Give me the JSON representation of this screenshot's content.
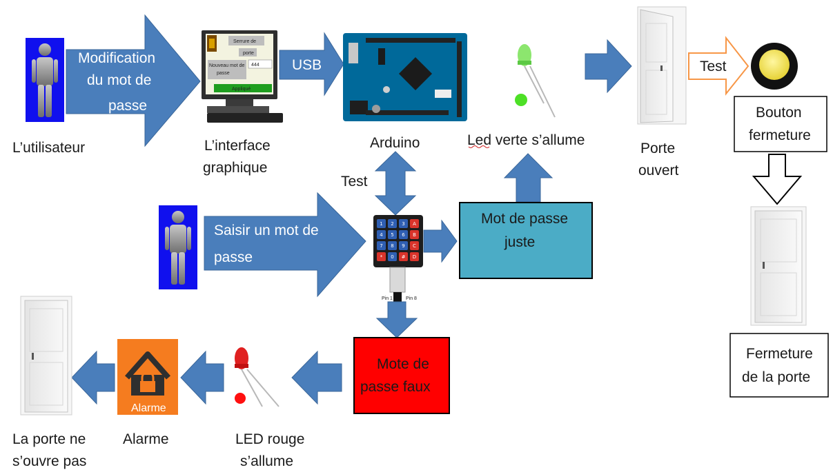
{
  "nodes": {
    "user_top": "L’utilisateur",
    "interface_l1": "L’interface",
    "interface_l2": "graphique",
    "arduino": "Arduino",
    "led_green": "Led verte s’allume",
    "door_open_l1": "Porte",
    "door_open_l2": "ouvert",
    "button_l1": "Bouton",
    "button_l2": "fermeture",
    "closing_l1": "Fermeture",
    "closing_l2": "de la porte",
    "password_ok_l1": "Mot de passe",
    "password_ok_l2": "juste",
    "password_bad_l1": "Mote de",
    "password_bad_l2": "passe faux",
    "door_closed_l1": "La porte ne",
    "door_closed_l2": "s’ouvre pas",
    "alarm": "Alarme",
    "alarm_icon_text": "Alarme",
    "led_red_l1": "LED rouge",
    "led_red_l2": "s’allume"
  },
  "edges": {
    "modify_l1": "Modification",
    "modify_l2": "du mot de",
    "modify_l3": "passe",
    "usb": "USB",
    "test_top": "Test",
    "test_mid": "Test",
    "enter_l1": "Saisir un mot de",
    "enter_l2": "passe"
  },
  "gui_mock": {
    "title_l1": "Serrure de",
    "title_l2": "porte",
    "field_label_l1": "Nouveau mot de",
    "field_label_l2": "passe",
    "field_value": "444",
    "apply_button": "Appliqué"
  },
  "keypad_keys": [
    "1",
    "2",
    "3",
    "A",
    "4",
    "5",
    "6",
    "B",
    "7",
    "8",
    "9",
    "C",
    "*",
    "0",
    "#",
    "D"
  ],
  "colors": {
    "arrow_blue": "#4a7ebb",
    "user_blue": "#1010ee",
    "ok_box": "#4bacc6",
    "bad_box": "#ff0000",
    "alarm_orange": "#f57c1f",
    "test_arrow_orange": "#f79646"
  }
}
